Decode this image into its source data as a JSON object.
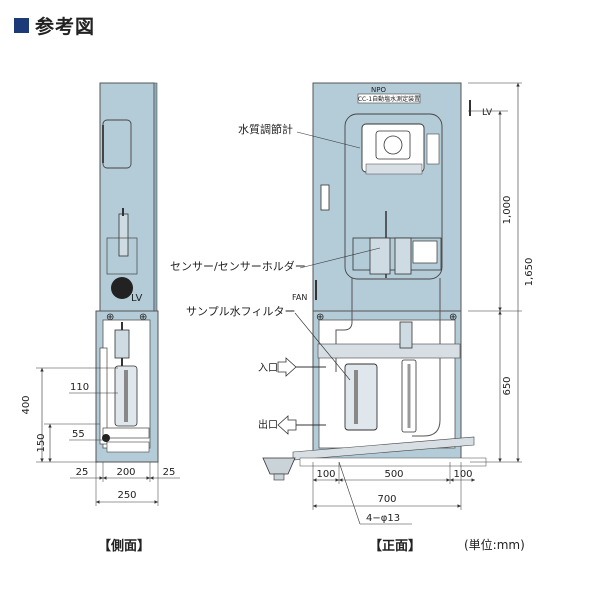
{
  "heading": "参考図",
  "captions": {
    "side": "【側面】",
    "front": "【正面】",
    "unit": "(単位:mm)"
  },
  "nameplate": {
    "line1": "NPO",
    "line2": "CC-1自動塩水測定装置"
  },
  "labels": {
    "meter": "水質調節計",
    "sensor": "センサー/センサーホルダー",
    "filter": "サンプル水フィルター",
    "fan": "FAN",
    "lv": "LV",
    "inlet": "入口",
    "outlet": "出口",
    "holes": "4−φ13"
  },
  "dims": {
    "side_400": "400",
    "side_110": "110",
    "side_150": "150",
    "side_55": "55",
    "side_25_left": "25",
    "side_200": "200",
    "side_25_right": "25",
    "side_250": "250",
    "front_100_left": "100",
    "front_500": "500",
    "front_100_right": "100",
    "front_700": "700",
    "front_1000": "1,000",
    "front_1650": "1,650",
    "front_650": "650"
  },
  "colors": {
    "cabinet": "#b4ccd8",
    "frame": "#1c3a78"
  }
}
